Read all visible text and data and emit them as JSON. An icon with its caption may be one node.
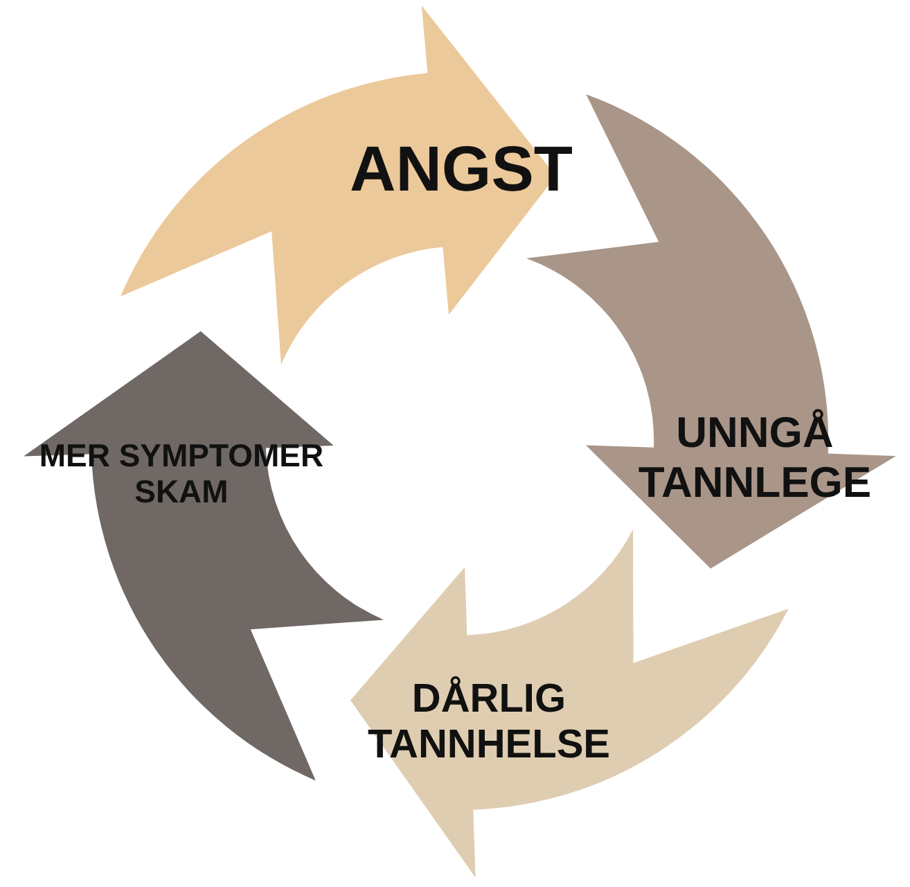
{
  "diagram": {
    "nodes": [
      {
        "text": [
          "ANGST"
        ]
      },
      {
        "text": [
          "UNNGÅ TANNLEGE"
        ]
      },
      {
        "text": [
          "DÅRLIG TANNHELSE"
        ]
      },
      {
        "text": [
          "MER SYMPTOMER SKAM"
        ]
      }
    ]
  }
}
